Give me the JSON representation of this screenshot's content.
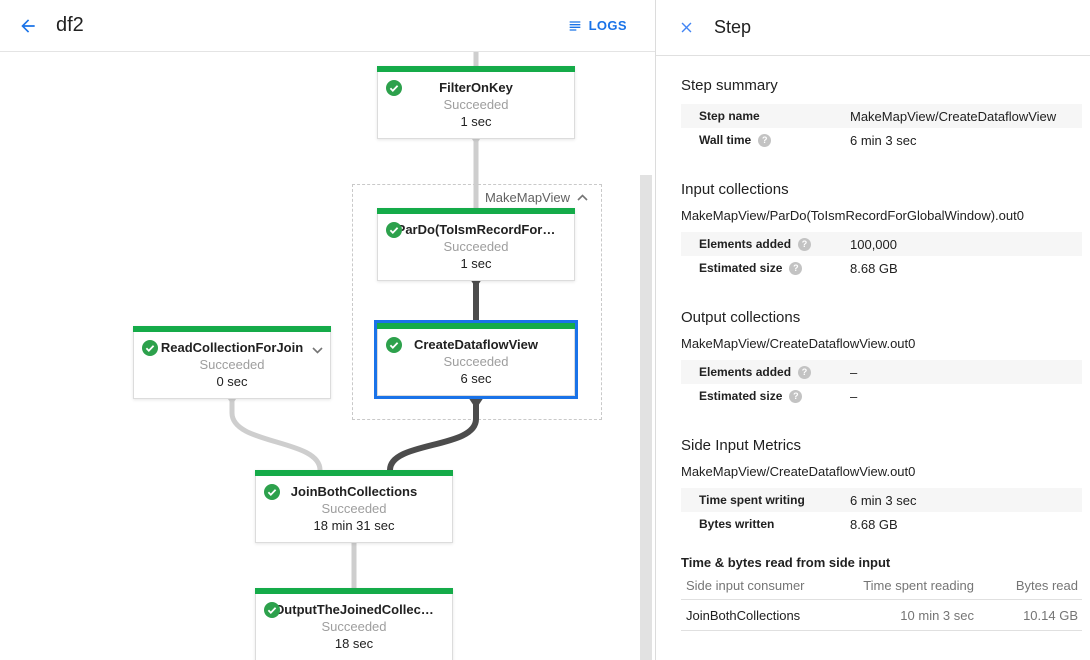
{
  "colors": {
    "accent": "#1a73e8",
    "select": "#1a73e8",
    "green-bar": "#15ab49",
    "green-check": "#2da14c",
    "edge-light": "#cecece",
    "edge-dark": "#4c4c4c",
    "row-stripe": "#f6f6f6"
  },
  "icons": {
    "back": "arrow-back",
    "logs": "log-lines",
    "close": "x",
    "help": "question-circle",
    "node_status": "check-circle",
    "group_collapse": "chevron-up",
    "node_expand": "chevron-down"
  },
  "header": {
    "title": "df2",
    "logs_label": "LOGS"
  },
  "graph": {
    "group": {
      "label": "MakeMapView"
    },
    "nodes": [
      {
        "title": "FilterOnKey",
        "status": "Succeeded",
        "time": "1 sec"
      },
      {
        "title": "ParDo(ToIsmRecordFor…",
        "status": "Succeeded",
        "time": "1 sec"
      },
      {
        "title": "CreateDataflowView",
        "status": "Succeeded",
        "time": "6 sec",
        "selected": true
      },
      {
        "title": "ReadCollectionForJoin",
        "status": "Succeeded",
        "time": "0 sec",
        "expandable": true
      },
      {
        "title": "JoinBothCollections",
        "status": "Succeeded",
        "time": "18 min 31 sec"
      },
      {
        "title": "OutputTheJoinedCollec…",
        "status": "Succeeded",
        "time": "18 sec"
      }
    ]
  },
  "panel": {
    "title": "Step",
    "summary": {
      "heading": "Step summary",
      "rows": [
        {
          "label": "Step name",
          "value": "MakeMapView/CreateDataflowView"
        },
        {
          "label": "Wall time",
          "value": "6 min 3 sec"
        }
      ]
    },
    "input": {
      "heading": "Input collections",
      "collection": "MakeMapView/ParDo(ToIsmRecordForGlobalWindow).out0",
      "rows": [
        {
          "label": "Elements added",
          "value": "100,000"
        },
        {
          "label": "Estimated size",
          "value": "8.68 GB"
        }
      ]
    },
    "output": {
      "heading": "Output collections",
      "collection": "MakeMapView/CreateDataflowView.out0",
      "rows": [
        {
          "label": "Elements added",
          "value": "–"
        },
        {
          "label": "Estimated size",
          "value": "–"
        }
      ]
    },
    "side_input": {
      "heading": "Side Input Metrics",
      "collection": "MakeMapView/CreateDataflowView.out0",
      "rows": [
        {
          "label": "Time spent writing",
          "value": "6 min 3 sec"
        },
        {
          "label": "Bytes written",
          "value": "8.68 GB"
        }
      ]
    },
    "side_table": {
      "heading": "Time & bytes read from side input",
      "columns": [
        "Side input consumer",
        "Time spent reading",
        "Bytes read"
      ],
      "rows": [
        {
          "consumer": "JoinBothCollections",
          "time": "10 min 3 sec",
          "bytes": "10.14 GB"
        }
      ]
    }
  }
}
